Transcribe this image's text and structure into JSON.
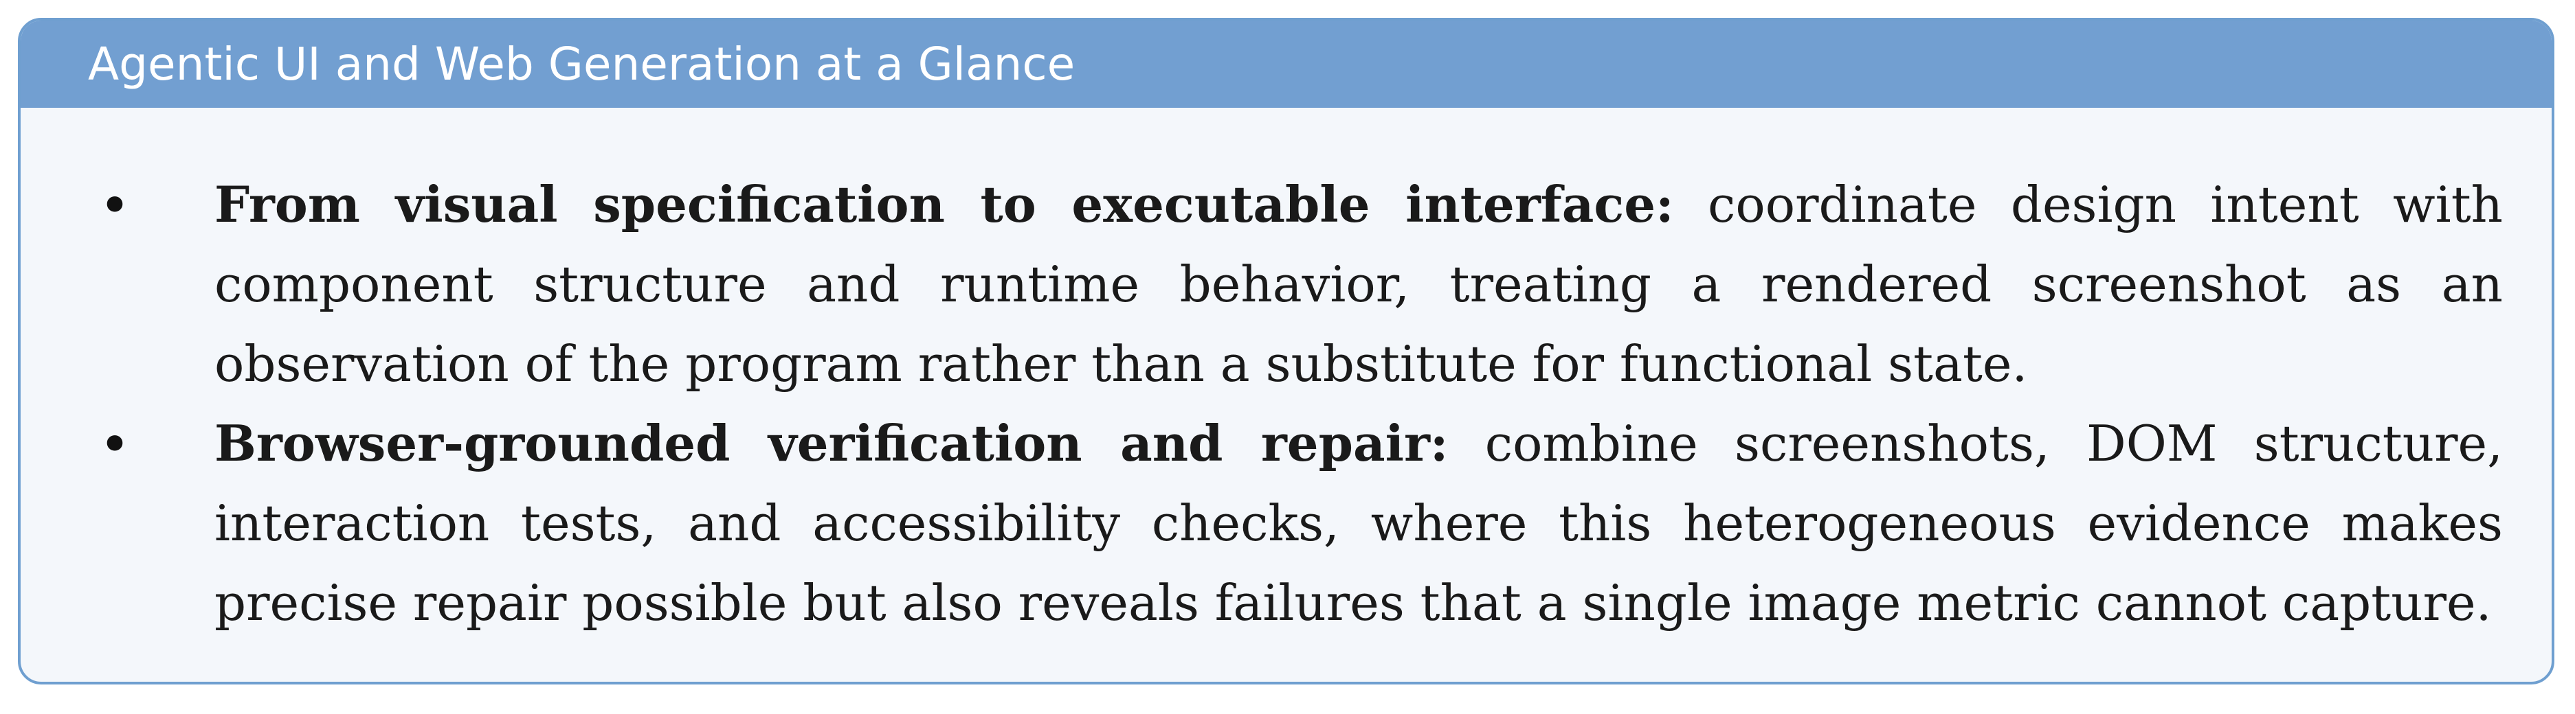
{
  "box": {
    "title": "Agentic UI and Web Generation at a Glance",
    "items": [
      {
        "label": "From visual specification to executable interface:",
        "text": " coordinate design intent with component structure and runtime behavior, treating a rendered screenshot as an observation of the program rather than a substitute for functional state."
      },
      {
        "label": "Browser-grounded verification and repair:",
        "text": " combine screenshots, DOM structure, interaction tests, and accessibility checks, where this heterogeneous evidence makes precise repair possible but also reveals failures that a single image metric cannot capture."
      }
    ]
  },
  "colors": {
    "header": "#729fd1",
    "border": "#6f9fd0",
    "body_background": "#f4f7fb"
  }
}
